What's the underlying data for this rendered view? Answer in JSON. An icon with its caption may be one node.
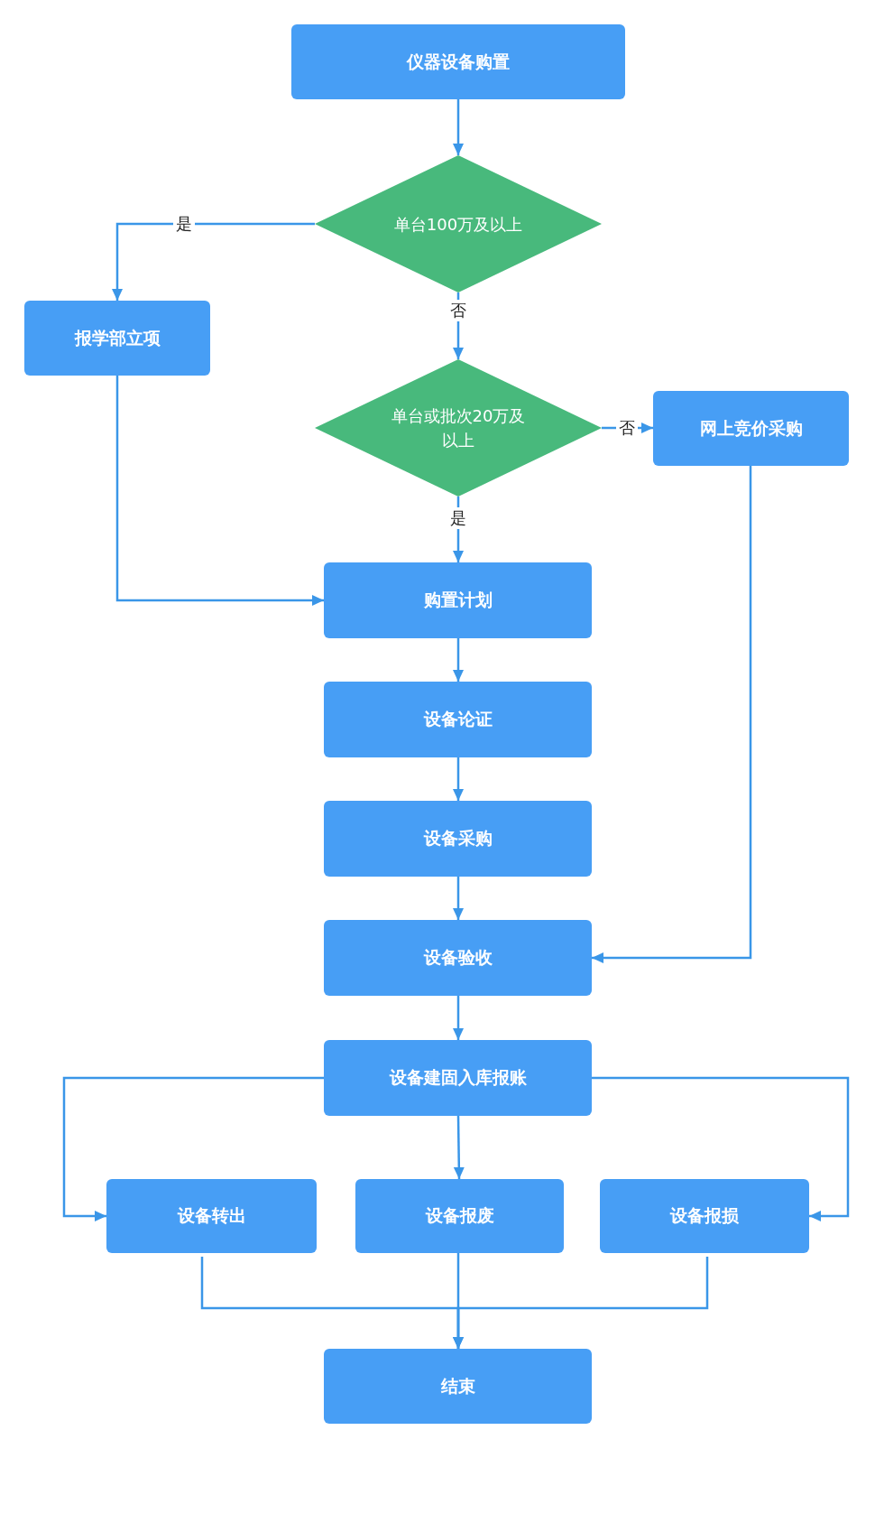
{
  "diagram": {
    "nodes": [
      {
        "text": [
          "仪器设备购置"
        ]
      },
      {
        "text": [
          "单台100万及以上"
        ]
      },
      {
        "text": [
          "报学部立项"
        ]
      },
      {
        "text": [
          "单台或批次20万及以上"
        ]
      },
      {
        "text": [
          "网上竞价采购"
        ]
      },
      {
        "text": [
          "购置计划"
        ]
      },
      {
        "text": [
          "设备论证"
        ]
      },
      {
        "text": [
          "设备采购"
        ]
      },
      {
        "text": [
          "设备验收"
        ]
      },
      {
        "text": [
          "设备建固入库报账"
        ]
      },
      {
        "text": [
          "设备转出"
        ]
      },
      {
        "text": [
          "设备报废"
        ]
      },
      {
        "text": [
          "设备报损"
        ]
      },
      {
        "text": [
          "结束"
        ]
      }
    ],
    "edges": [
      {
        "from": 0,
        "to": 1,
        "arrow": "to"
      },
      {
        "from": 1,
        "to": 2,
        "arrow": "to",
        "label": "是"
      },
      {
        "from": 1,
        "to": 3,
        "arrow": "to",
        "label": "否"
      },
      {
        "from": 3,
        "to": 4,
        "arrow": "to",
        "label": "否"
      },
      {
        "from": 3,
        "to": 5,
        "arrow": "to",
        "label": "是"
      },
      {
        "from": 2,
        "to": 5,
        "arrow": "to"
      },
      {
        "from": 5,
        "to": 6,
        "arrow": "to"
      },
      {
        "from": 6,
        "to": 7,
        "arrow": "to"
      },
      {
        "from": 7,
        "to": 8,
        "arrow": "to"
      },
      {
        "from": 4,
        "to": 8,
        "arrow": "to"
      },
      {
        "from": 8,
        "to": 9,
        "arrow": "to"
      },
      {
        "from": 9,
        "to": 10,
        "arrow": "to"
      },
      {
        "from": 9,
        "to": 11,
        "arrow": "to"
      },
      {
        "from": 9,
        "to": 12,
        "arrow": "to"
      },
      {
        "from": 10,
        "to": 13,
        "arrow": "to"
      },
      {
        "from": 11,
        "to": 13,
        "arrow": "to"
      },
      {
        "from": 12,
        "to": 13,
        "arrow": "to"
      }
    ]
  }
}
